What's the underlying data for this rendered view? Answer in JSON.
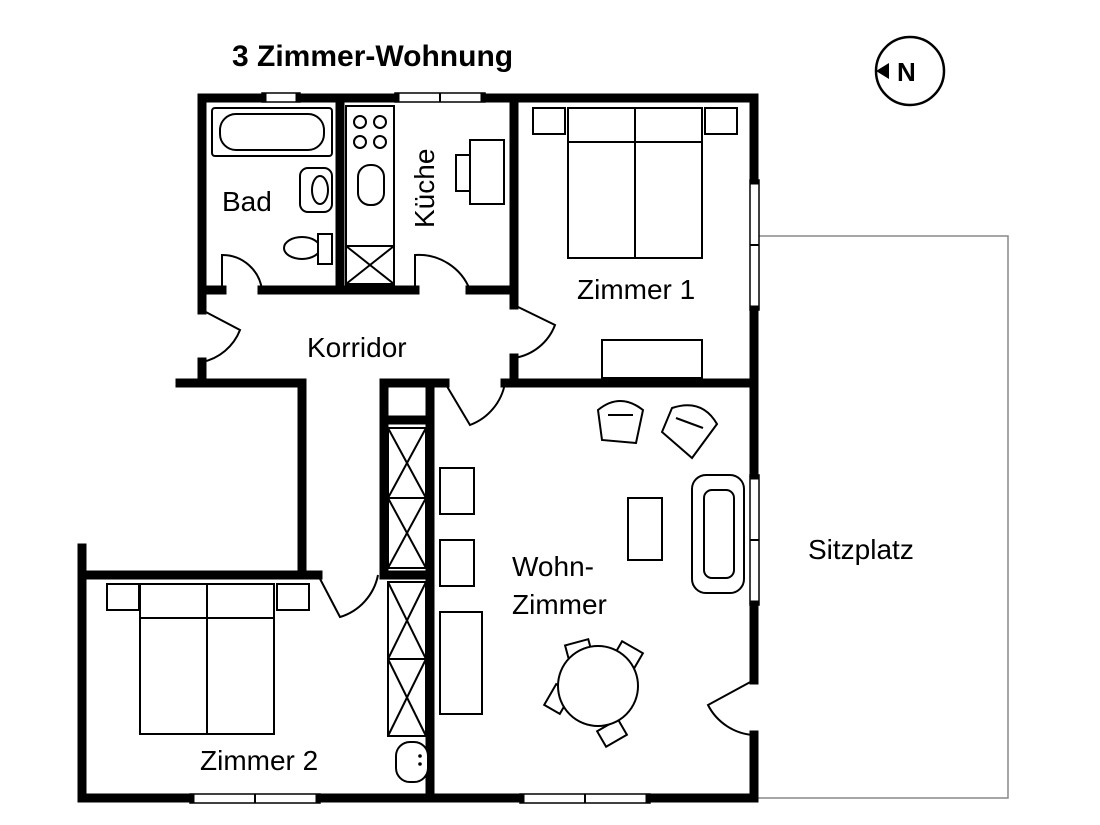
{
  "title": "3 Zimmer-Wohnung",
  "compass": {
    "letter": "N",
    "icon": "north-arrow-icon"
  },
  "rooms": {
    "bad": "Bad",
    "kueche": "Küche",
    "zimmer1": "Zimmer 1",
    "korridor": "Korridor",
    "wohn_line1": "Wohn-",
    "wohn_line2": "Zimmer",
    "zimmer2": "Zimmer 2",
    "sitzplatz": "Sitzplatz"
  }
}
